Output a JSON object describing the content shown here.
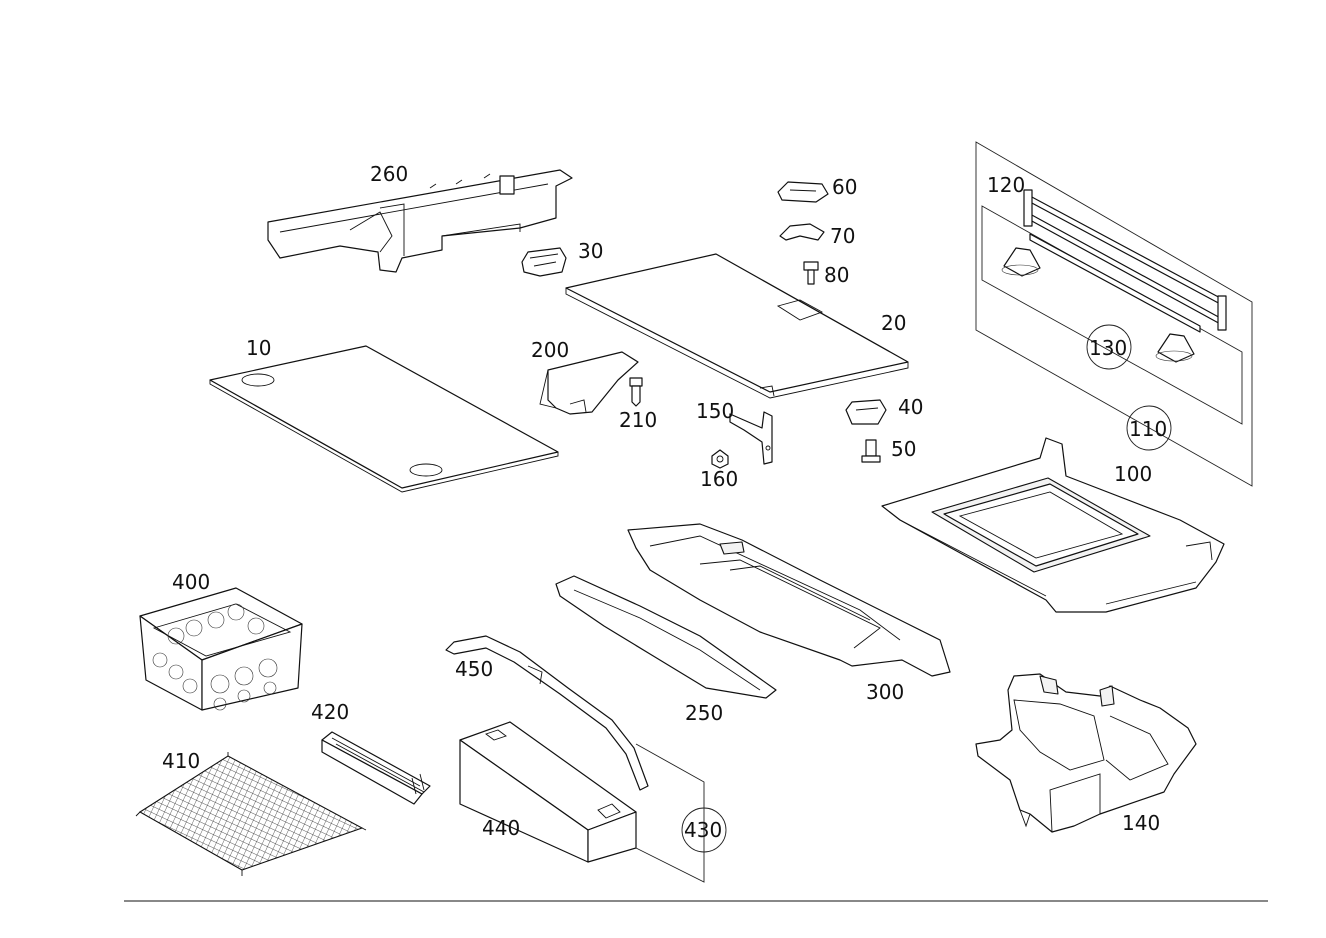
{
  "diagram": {
    "type": "exploded-parts-diagram",
    "colors": {
      "line": "#111111",
      "background": "#ffffff"
    },
    "labels": [
      "10",
      "20",
      "30",
      "40",
      "50",
      "60",
      "70",
      "80",
      "100",
      "110",
      "120",
      "130",
      "140",
      "150",
      "160",
      "200",
      "210",
      "250",
      "260",
      "300",
      "400",
      "410",
      "420",
      "430",
      "440",
      "450"
    ],
    "circled": [
      "110",
      "130",
      "430"
    ]
  }
}
